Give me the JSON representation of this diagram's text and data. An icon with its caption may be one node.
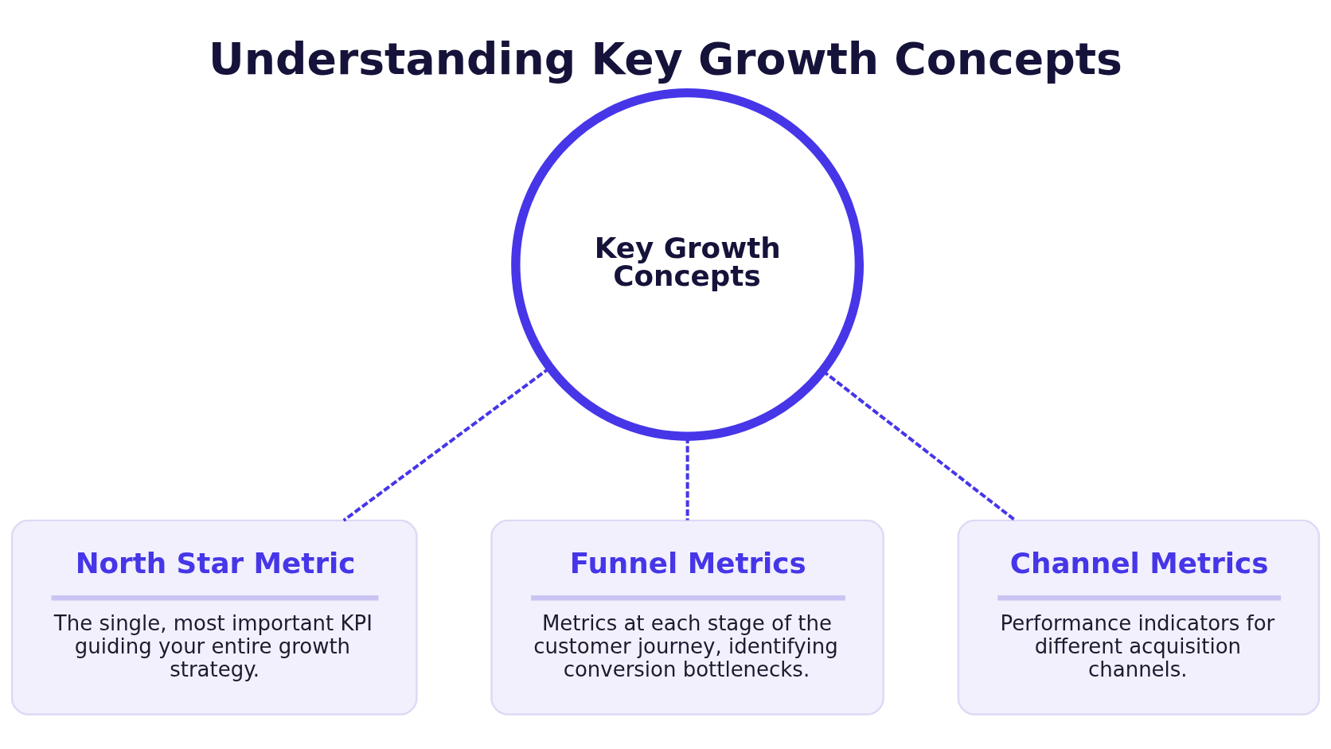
{
  "diagram": {
    "title": "Understanding Key Growth Concepts",
    "nodes": [
      {
        "text": [
          "Key Growth Concepts"
        ]
      },
      {
        "text": [
          "North Star Metric",
          "The single, most important KPI guiding your entire growth strategy."
        ]
      },
      {
        "text": [
          "Funnel Metrics",
          "Metrics at each stage of the customer journey, identifying conversion bottlenecks."
        ]
      },
      {
        "text": [
          "Channel Metrics",
          "Performance indicators for different acquisition channels."
        ]
      }
    ],
    "edges": [
      {
        "from": 0,
        "to": 1,
        "arrow": "none",
        "style": "dashed"
      },
      {
        "from": 0,
        "to": 2,
        "arrow": "none",
        "style": "dashed"
      },
      {
        "from": 0,
        "to": 3,
        "arrow": "none",
        "style": "dashed"
      }
    ]
  }
}
